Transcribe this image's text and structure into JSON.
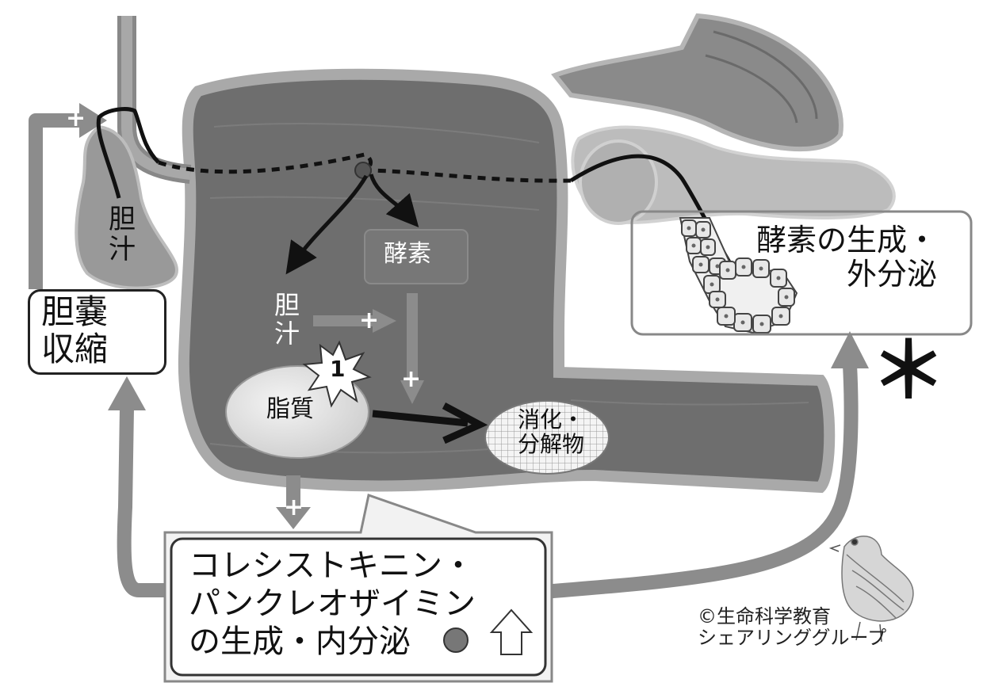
{
  "labels": {
    "bile_gallbladder_line1": "胆",
    "bile_gallbladder_line2": "汁",
    "gallbladder_contraction_line1": "胆嚢",
    "gallbladder_contraction_line2": "収縮",
    "enzyme": "酵素",
    "bile_duodenum_line1": "胆",
    "bile_duodenum_line2": "汁",
    "lipid": "脂質",
    "digestion_line1": "消化・",
    "digestion_line2": "分解物",
    "enzyme_secretion_line1": "酵素の生成・",
    "enzyme_secretion_line2": "外分泌",
    "hormone_line1": "コレシストキニン・",
    "hormone_line2": "パンクレオザイミン",
    "hormone_line3": "の生成・内分泌",
    "asterisk": "＊",
    "plus": "+",
    "step_number": "1",
    "copyright_line1": "©生命科学教育",
    "copyright_line2": "シェアリンググループ"
  },
  "colors": {
    "duodenum": "#6e6e6e",
    "duodenum_border": "#a9a9a9",
    "organ_light": "#9a9a9a",
    "arrow_gray": "#8c8c8c",
    "black": "#111111",
    "box_fill": "#ffffff"
  }
}
